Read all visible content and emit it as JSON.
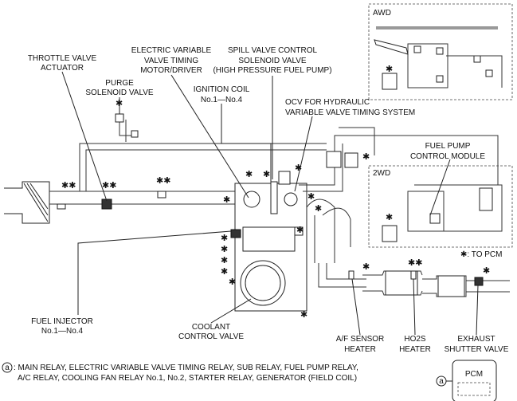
{
  "labels": {
    "throttle": [
      "THROTTLE VALVE",
      "ACTUATOR"
    ],
    "evvt": [
      "ELECTRIC VARIABLE",
      "VALVE TIMING",
      "MOTOR/DRIVER"
    ],
    "spill": [
      "SPILL VALVE CONTROL",
      "SOLENOID VALVE",
      "(HIGH PRESSURE FUEL PUMP)"
    ],
    "purge": [
      "PURGE",
      "SOLENOID VALVE"
    ],
    "ignition": [
      "IGNITION COIL",
      "No.1—No.4"
    ],
    "ocv": [
      "OCV FOR HYDRAULIC",
      "VARIABLE VALVE TIMING SYSTEM"
    ],
    "fuel_pump": [
      "FUEL PUMP",
      "CONTROL MODULE"
    ],
    "injector": [
      "FUEL INJECTOR",
      "No.1—No.4"
    ],
    "coolant": [
      "COOLANT",
      "CONTROL VALVE"
    ],
    "af_sensor": [
      "A/F SENSOR",
      "HEATER"
    ],
    "ho2s": [
      "HO2S",
      "HEATER"
    ],
    "exhaust": [
      "EXHAUST",
      "SHUTTER VALVE"
    ]
  },
  "insets": {
    "awd": "AWD",
    "twd": "2WD"
  },
  "legend": {
    "to_pcm_symbol": "✱",
    "to_pcm": ": TO PCM",
    "a_symbol": "a",
    "a_lines": [
      ": MAIN RELAY, ELECTRIC VARIABLE VALVE TIMING RELAY, SUB RELAY, FUEL PUMP RELAY,",
      "A/C RELAY, COOLING FAN RELAY No.1, No.2, STARTER RELAY, GENERATOR (FIELD COIL)"
    ]
  },
  "pcm": {
    "label": "PCM",
    "connector": "a"
  }
}
